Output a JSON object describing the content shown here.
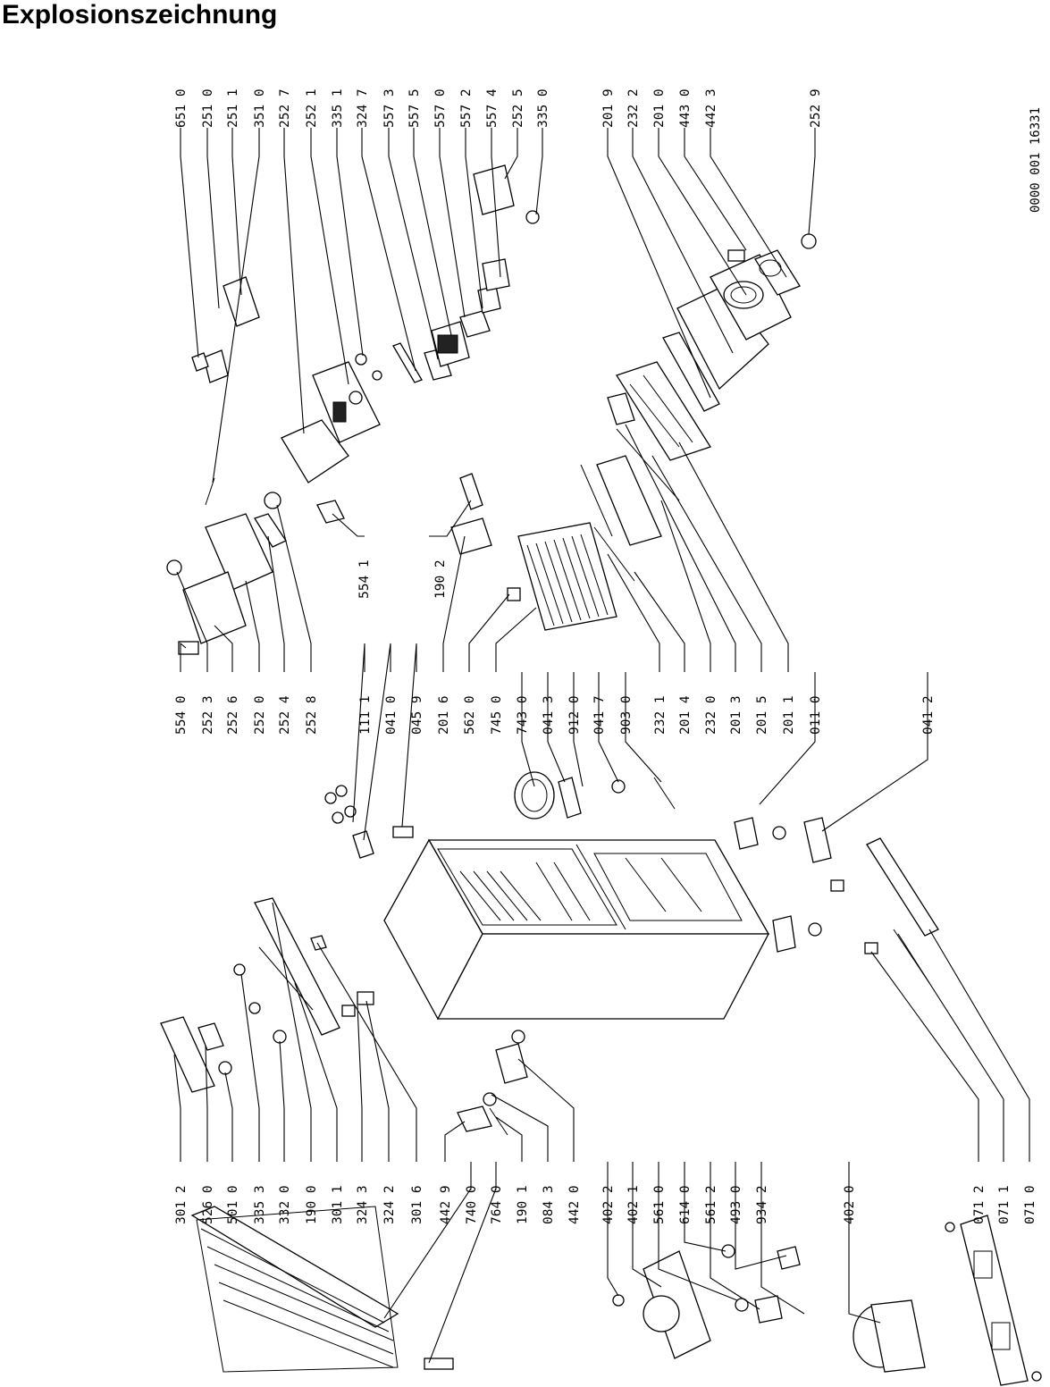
{
  "title": "Explosionszeichnung",
  "reference": "0000 001 16331",
  "labels": [
    "651 0",
    "251 0",
    "251 1",
    "351 0",
    "252 7",
    "252 1",
    "335 1",
    "324 7",
    "557 3",
    "557 5",
    "557 0",
    "557 2",
    "557 4",
    "252 5",
    "335 0",
    "201 9",
    "232 2",
    "201 0",
    "443 0",
    "442 3",
    "252 9",
    "554 1",
    "190 2",
    "554 0",
    "252 3",
    "252 6",
    "252 0",
    "252 4",
    "252 8",
    "111 1",
    "041 0",
    "045 9",
    "201 6",
    "562 0",
    "745 0",
    "743 0",
    "041 3",
    "912 0",
    "041 7",
    "903 0",
    "232 1",
    "201 4",
    "232 0",
    "201 3",
    "201 5",
    "201 1",
    "011 0",
    "041 2",
    "301 2",
    "526 0",
    "501 0",
    "335 3",
    "332 0",
    "190 0",
    "301 1",
    "324 3",
    "324 2",
    "301 6",
    "442 9",
    "740 0",
    "764 0",
    "190 1",
    "084 3",
    "442 0",
    "402 2",
    "402 1",
    "561 0",
    "614 0",
    "561 2",
    "493 0",
    "934 2",
    "402 0",
    "071 2",
    "071 1",
    "071 0"
  ]
}
